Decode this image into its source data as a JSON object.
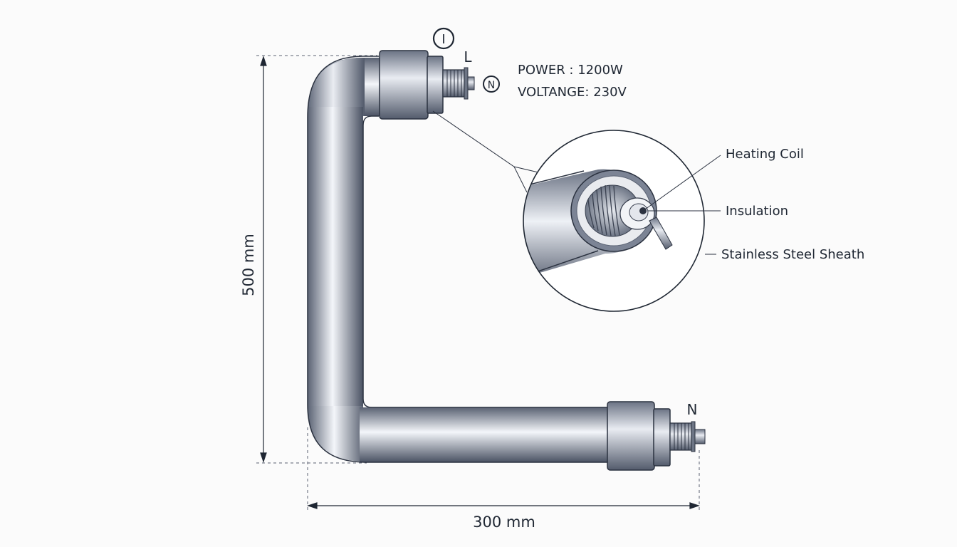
{
  "terminals": {
    "ground_symbol": "I",
    "live": "L",
    "neutral_circle": "N",
    "neutral_bottom": "N"
  },
  "specs": {
    "power": "POWER : 1200W",
    "voltage": "VOLTANGE: 230V"
  },
  "callouts": {
    "heating_coil": "Heating Coil",
    "insulation": "Insulation",
    "sheath": "Stainless Steel Sheath"
  },
  "dimensions": {
    "height": "500 mm",
    "width": "300 mm"
  },
  "colors": {
    "line": "#1f2733",
    "steel_dark": "#4a5263",
    "steel_mid": "#9aa2b3",
    "steel_light": "#f4f6fa"
  }
}
